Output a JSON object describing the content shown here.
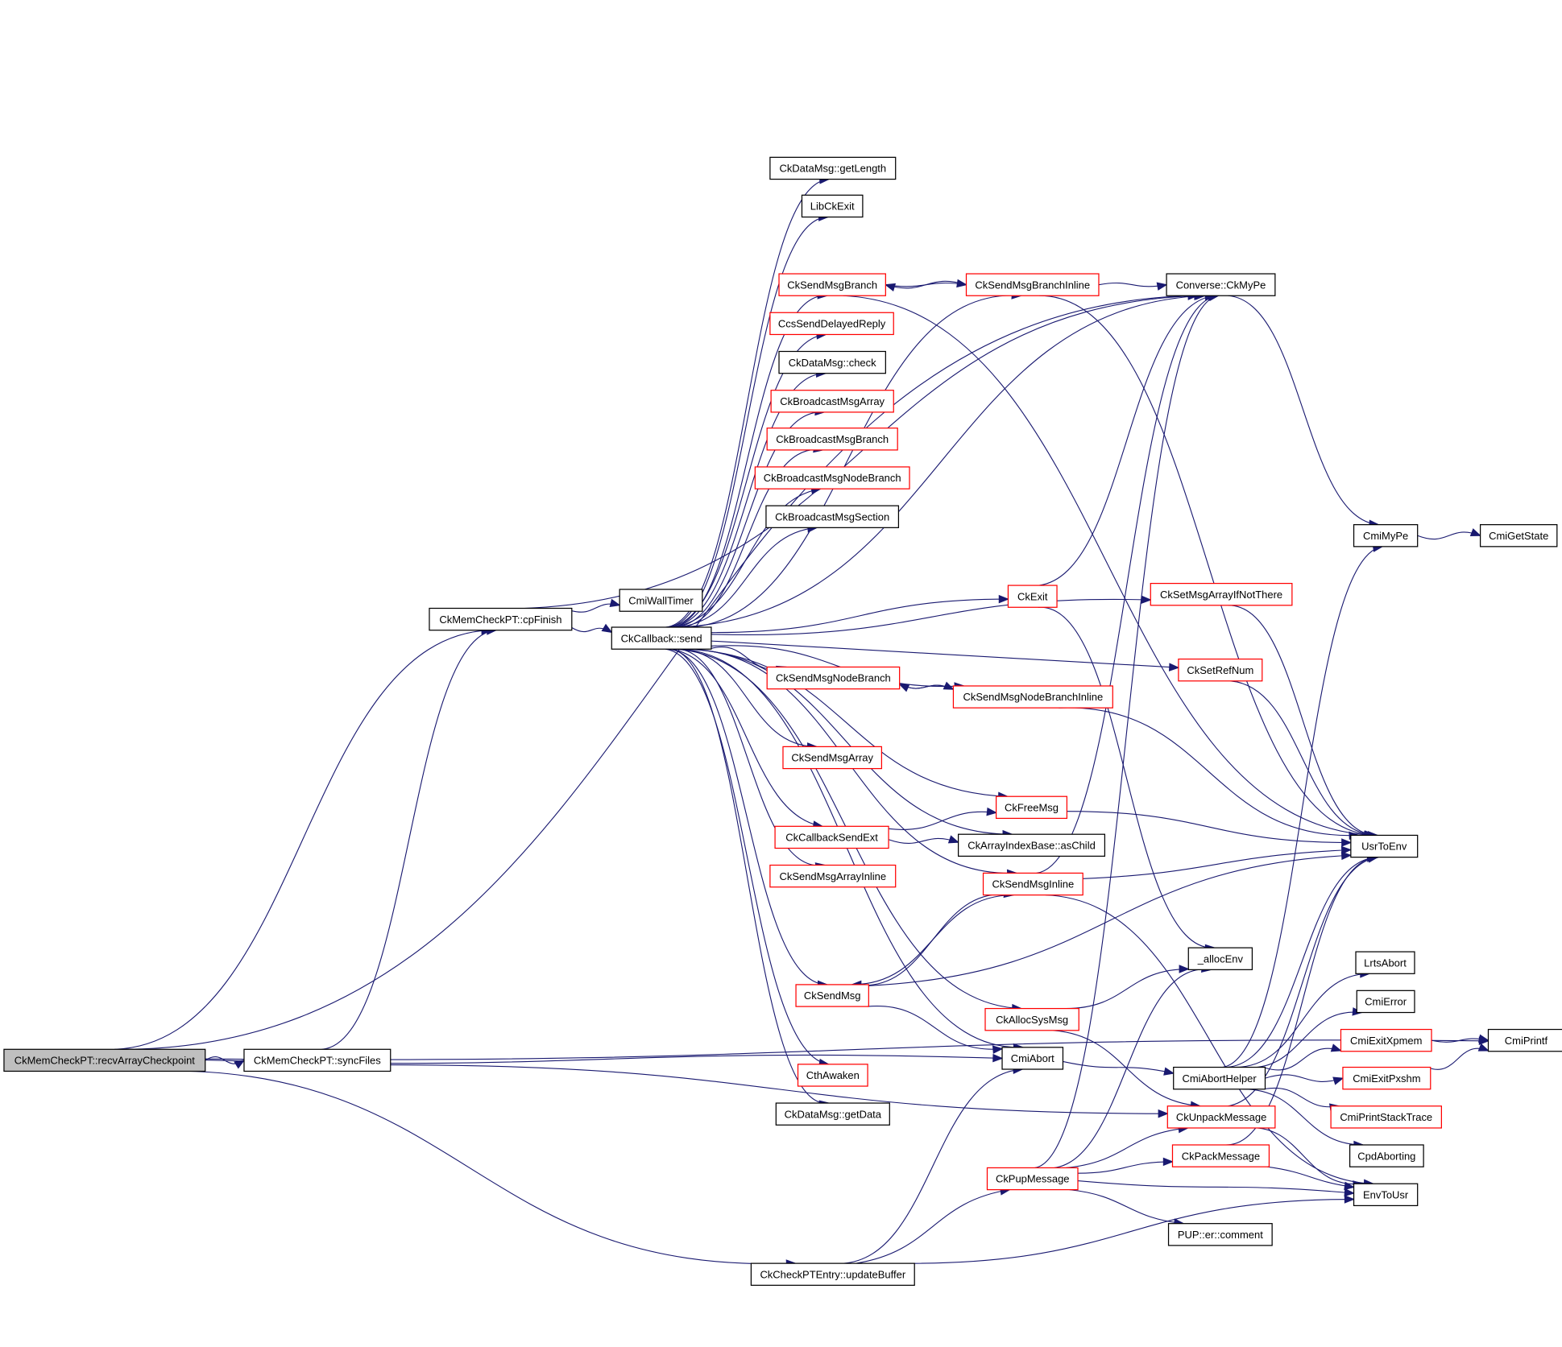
{
  "diagram": {
    "type": "call-graph",
    "colors": {
      "edge": "#191970",
      "root_fill": "#bfbfbf",
      "node_fill": "#ffffff",
      "node_border_documented": "#000000",
      "node_border_truncated": "#ff0000"
    },
    "nodes": [
      {
        "id": "recvArrayCheckpoint",
        "label": "CkMemCheckPT::recvArrayCheckpoint",
        "style": "root"
      },
      {
        "id": "syncFiles",
        "label": "CkMemCheckPT::syncFiles",
        "style": "normal"
      },
      {
        "id": "cpFinish",
        "label": "CkMemCheckPT::cpFinish",
        "style": "normal"
      },
      {
        "id": "CmiWallTimer",
        "label": "CmiWallTimer",
        "style": "normal"
      },
      {
        "id": "CkCallbackSend",
        "label": "CkCallback::send",
        "style": "normal"
      },
      {
        "id": "getLength",
        "label": "CkDataMsg::getLength",
        "style": "normal"
      },
      {
        "id": "LibCkExit",
        "label": "LibCkExit",
        "style": "normal"
      },
      {
        "id": "CkSendMsgBranch",
        "label": "CkSendMsgBranch",
        "style": "truncated"
      },
      {
        "id": "CkSendMsgBranchInline",
        "label": "CkSendMsgBranchInline",
        "style": "truncated"
      },
      {
        "id": "CkMyPe",
        "label": "Converse::CkMyPe",
        "style": "normal"
      },
      {
        "id": "CcsSendDelayedReply",
        "label": "CcsSendDelayedReply",
        "style": "truncated"
      },
      {
        "id": "check",
        "label": "CkDataMsg::check",
        "style": "normal"
      },
      {
        "id": "CkBroadcastMsgArray",
        "label": "CkBroadcastMsgArray",
        "style": "truncated"
      },
      {
        "id": "CkBroadcastMsgBranch",
        "label": "CkBroadcastMsgBranch",
        "style": "truncated"
      },
      {
        "id": "CkBroadcastMsgNodeBranch",
        "label": "CkBroadcastMsgNodeBranch",
        "style": "truncated"
      },
      {
        "id": "CkBroadcastMsgSection",
        "label": "CkBroadcastMsgSection",
        "style": "normal"
      },
      {
        "id": "CmiMyPe",
        "label": "CmiMyPe",
        "style": "normal"
      },
      {
        "id": "CmiGetState",
        "label": "CmiGetState",
        "style": "normal"
      },
      {
        "id": "CkExit",
        "label": "CkExit",
        "style": "truncated"
      },
      {
        "id": "CkSetMsgArrayIfNotThere",
        "label": "CkSetMsgArrayIfNotThere",
        "style": "truncated"
      },
      {
        "id": "CkSetRefNum",
        "label": "CkSetRefNum",
        "style": "truncated"
      },
      {
        "id": "CkSendMsgNodeBranch",
        "label": "CkSendMsgNodeBranch",
        "style": "truncated"
      },
      {
        "id": "CkSendMsgNodeBranchInline",
        "label": "CkSendMsgNodeBranchInline",
        "style": "truncated"
      },
      {
        "id": "CkSendMsgArray",
        "label": "CkSendMsgArray",
        "style": "truncated"
      },
      {
        "id": "CkFreeMsg",
        "label": "CkFreeMsg",
        "style": "truncated"
      },
      {
        "id": "CkCallbackSendExt",
        "label": "CkCallbackSendExt",
        "style": "truncated"
      },
      {
        "id": "asChild",
        "label": "CkArrayIndexBase::asChild",
        "style": "normal"
      },
      {
        "id": "UsrToEnv",
        "label": "UsrToEnv",
        "style": "normal"
      },
      {
        "id": "CkSendMsgArrayInline",
        "label": "CkSendMsgArrayInline",
        "style": "truncated"
      },
      {
        "id": "CkSendMsgInline",
        "label": "CkSendMsgInline",
        "style": "truncated"
      },
      {
        "id": "allocEnv",
        "label": "_allocEnv",
        "style": "normal"
      },
      {
        "id": "LrtsAbort",
        "label": "LrtsAbort",
        "style": "normal"
      },
      {
        "id": "CkSendMsg",
        "label": "CkSendMsg",
        "style": "truncated"
      },
      {
        "id": "CmiError",
        "label": "CmiError",
        "style": "normal"
      },
      {
        "id": "CkAllocSysMsg",
        "label": "CkAllocSysMsg",
        "style": "truncated"
      },
      {
        "id": "CmiExitXpmem",
        "label": "CmiExitXpmem",
        "style": "truncated"
      },
      {
        "id": "CmiPrintf",
        "label": "CmiPrintf",
        "style": "normal"
      },
      {
        "id": "CmiAbort",
        "label": "CmiAbort",
        "style": "normal"
      },
      {
        "id": "CthAwaken",
        "label": "CthAwaken",
        "style": "truncated"
      },
      {
        "id": "CmiAbortHelper",
        "label": "CmiAbortHelper",
        "style": "normal"
      },
      {
        "id": "CmiExitPxshm",
        "label": "CmiExitPxshm",
        "style": "truncated"
      },
      {
        "id": "getData",
        "label": "CkDataMsg::getData",
        "style": "normal"
      },
      {
        "id": "CkUnpackMessage",
        "label": "CkUnpackMessage",
        "style": "truncated"
      },
      {
        "id": "CmiPrintStackTrace",
        "label": "CmiPrintStackTrace",
        "style": "truncated"
      },
      {
        "id": "CkPackMessage",
        "label": "CkPackMessage",
        "style": "truncated"
      },
      {
        "id": "CpdAborting",
        "label": "CpdAborting",
        "style": "normal"
      },
      {
        "id": "CkPupMessage",
        "label": "CkPupMessage",
        "style": "truncated"
      },
      {
        "id": "EnvToUsr",
        "label": "EnvToUsr",
        "style": "normal"
      },
      {
        "id": "comment",
        "label": "PUP::er::comment",
        "style": "normal"
      },
      {
        "id": "updateBuffer",
        "label": "CkCheckPTEntry::updateBuffer",
        "style": "normal"
      }
    ],
    "edges": [
      [
        "recvArrayCheckpoint",
        "syncFiles"
      ],
      [
        "recvArrayCheckpoint",
        "cpFinish"
      ],
      [
        "recvArrayCheckpoint",
        "CkMyPe"
      ],
      [
        "recvArrayCheckpoint",
        "CmiPrintf"
      ],
      [
        "recvArrayCheckpoint",
        "CmiAbort"
      ],
      [
        "recvArrayCheckpoint",
        "updateBuffer"
      ],
      [
        "syncFiles",
        "cpFinish"
      ],
      [
        "syncFiles",
        "CkUnpackMessage"
      ],
      [
        "cpFinish",
        "CmiWallTimer"
      ],
      [
        "cpFinish",
        "CkCallbackSend"
      ],
      [
        "cpFinish",
        "CkMyPe"
      ],
      [
        "CkCallbackSend",
        "getLength"
      ],
      [
        "CkCallbackSend",
        "LibCkExit"
      ],
      [
        "CkCallbackSend",
        "CkSendMsgBranch"
      ],
      [
        "CkCallbackSend",
        "CkSendMsgBranchInline"
      ],
      [
        "CkCallbackSend",
        "CkMyPe"
      ],
      [
        "CkCallbackSend",
        "CcsSendDelayedReply"
      ],
      [
        "CkCallbackSend",
        "check"
      ],
      [
        "CkCallbackSend",
        "CkBroadcastMsgArray"
      ],
      [
        "CkCallbackSend",
        "CkBroadcastMsgBranch"
      ],
      [
        "CkCallbackSend",
        "CkBroadcastMsgNodeBranch"
      ],
      [
        "CkCallbackSend",
        "CkBroadcastMsgSection"
      ],
      [
        "CkCallbackSend",
        "CkExit"
      ],
      [
        "CkCallbackSend",
        "CkSetMsgArrayIfNotThere"
      ],
      [
        "CkCallbackSend",
        "CkSetRefNum"
      ],
      [
        "CkCallbackSend",
        "CkSendMsgNodeBranch"
      ],
      [
        "CkCallbackSend",
        "CkSendMsgNodeBranchInline"
      ],
      [
        "CkCallbackSend",
        "CkSendMsgArray"
      ],
      [
        "CkCallbackSend",
        "CkFreeMsg"
      ],
      [
        "CkCallbackSend",
        "CkCallbackSendExt"
      ],
      [
        "CkCallbackSend",
        "CkSendMsgArrayInline"
      ],
      [
        "CkCallbackSend",
        "CkSendMsgInline"
      ],
      [
        "CkCallbackSend",
        "CkSendMsg"
      ],
      [
        "CkCallbackSend",
        "CkAllocSysMsg"
      ],
      [
        "CkCallbackSend",
        "CthAwaken"
      ],
      [
        "CkCallbackSend",
        "getData"
      ],
      [
        "CkCallbackSend",
        "CmiAbort"
      ],
      [
        "CkCallbackSend",
        "asChild"
      ],
      [
        "CkSendMsgBranch",
        "CkSendMsgBranchInline"
      ],
      [
        "CkSendMsgBranch",
        "UsrToEnv"
      ],
      [
        "CkSendMsgBranchInline",
        "CkSendMsgBranch"
      ],
      [
        "CkSendMsgBranchInline",
        "CkMyPe"
      ],
      [
        "CkSendMsgBranchInline",
        "UsrToEnv"
      ],
      [
        "CkMyPe",
        "CmiMyPe"
      ],
      [
        "CmiMyPe",
        "CmiGetState"
      ],
      [
        "CkExit",
        "CkMyPe"
      ],
      [
        "CkExit",
        "allocEnv"
      ],
      [
        "CkSetMsgArrayIfNotThere",
        "UsrToEnv"
      ],
      [
        "CkSetRefNum",
        "UsrToEnv"
      ],
      [
        "CkSendMsgNodeBranch",
        "CkSendMsgNodeBranchInline"
      ],
      [
        "CkSendMsgNodeBranchInline",
        "CkSendMsgNodeBranch"
      ],
      [
        "CkSendMsgNodeBranchInline",
        "UsrToEnv"
      ],
      [
        "CkFreeMsg",
        "UsrToEnv"
      ],
      [
        "CkCallbackSendExt",
        "CkFreeMsg"
      ],
      [
        "CkCallbackSendExt",
        "asChild"
      ],
      [
        "CkSendMsgInline",
        "CkMyPe"
      ],
      [
        "CkSendMsgInline",
        "UsrToEnv"
      ],
      [
        "CkSendMsgInline",
        "CkSendMsg"
      ],
      [
        "CkSendMsgInline",
        "EnvToUsr"
      ],
      [
        "CkSendMsg",
        "CkSendMsgInline"
      ],
      [
        "CkSendMsg",
        "UsrToEnv"
      ],
      [
        "CkSendMsg",
        "CmiAbort"
      ],
      [
        "CkAllocSysMsg",
        "allocEnv"
      ],
      [
        "CkAllocSysMsg",
        "CkUnpackMessage"
      ],
      [
        "CmiAbort",
        "CmiAbortHelper"
      ],
      [
        "CmiAbortHelper",
        "CmiMyPe"
      ],
      [
        "CmiAbortHelper",
        "UsrToEnv"
      ],
      [
        "CmiAbortHelper",
        "LrtsAbort"
      ],
      [
        "CmiAbortHelper",
        "CmiError"
      ],
      [
        "CmiAbortHelper",
        "CmiExitXpmem"
      ],
      [
        "CmiAbortHelper",
        "CmiExitPxshm"
      ],
      [
        "CmiAbortHelper",
        "CmiPrintStackTrace"
      ],
      [
        "CmiAbortHelper",
        "CpdAborting"
      ],
      [
        "CmiExitXpmem",
        "CmiPrintf"
      ],
      [
        "CmiExitPxshm",
        "CmiPrintf"
      ],
      [
        "CkUnpackMessage",
        "UsrToEnv"
      ],
      [
        "CkUnpackMessage",
        "EnvToUsr"
      ],
      [
        "CkPackMessage",
        "UsrToEnv"
      ],
      [
        "CkPackMessage",
        "EnvToUsr"
      ],
      [
        "CkPupMessage",
        "allocEnv"
      ],
      [
        "CkPupMessage",
        "CkMyPe"
      ],
      [
        "CkPupMessage",
        "CkUnpackMessage"
      ],
      [
        "CkPupMessage",
        "CkPackMessage"
      ],
      [
        "CkPupMessage",
        "comment"
      ],
      [
        "CkPupMessage",
        "EnvToUsr"
      ],
      [
        "updateBuffer",
        "CkPupMessage"
      ],
      [
        "updateBuffer",
        "CmiAbort"
      ],
      [
        "updateBuffer",
        "EnvToUsr"
      ]
    ]
  }
}
